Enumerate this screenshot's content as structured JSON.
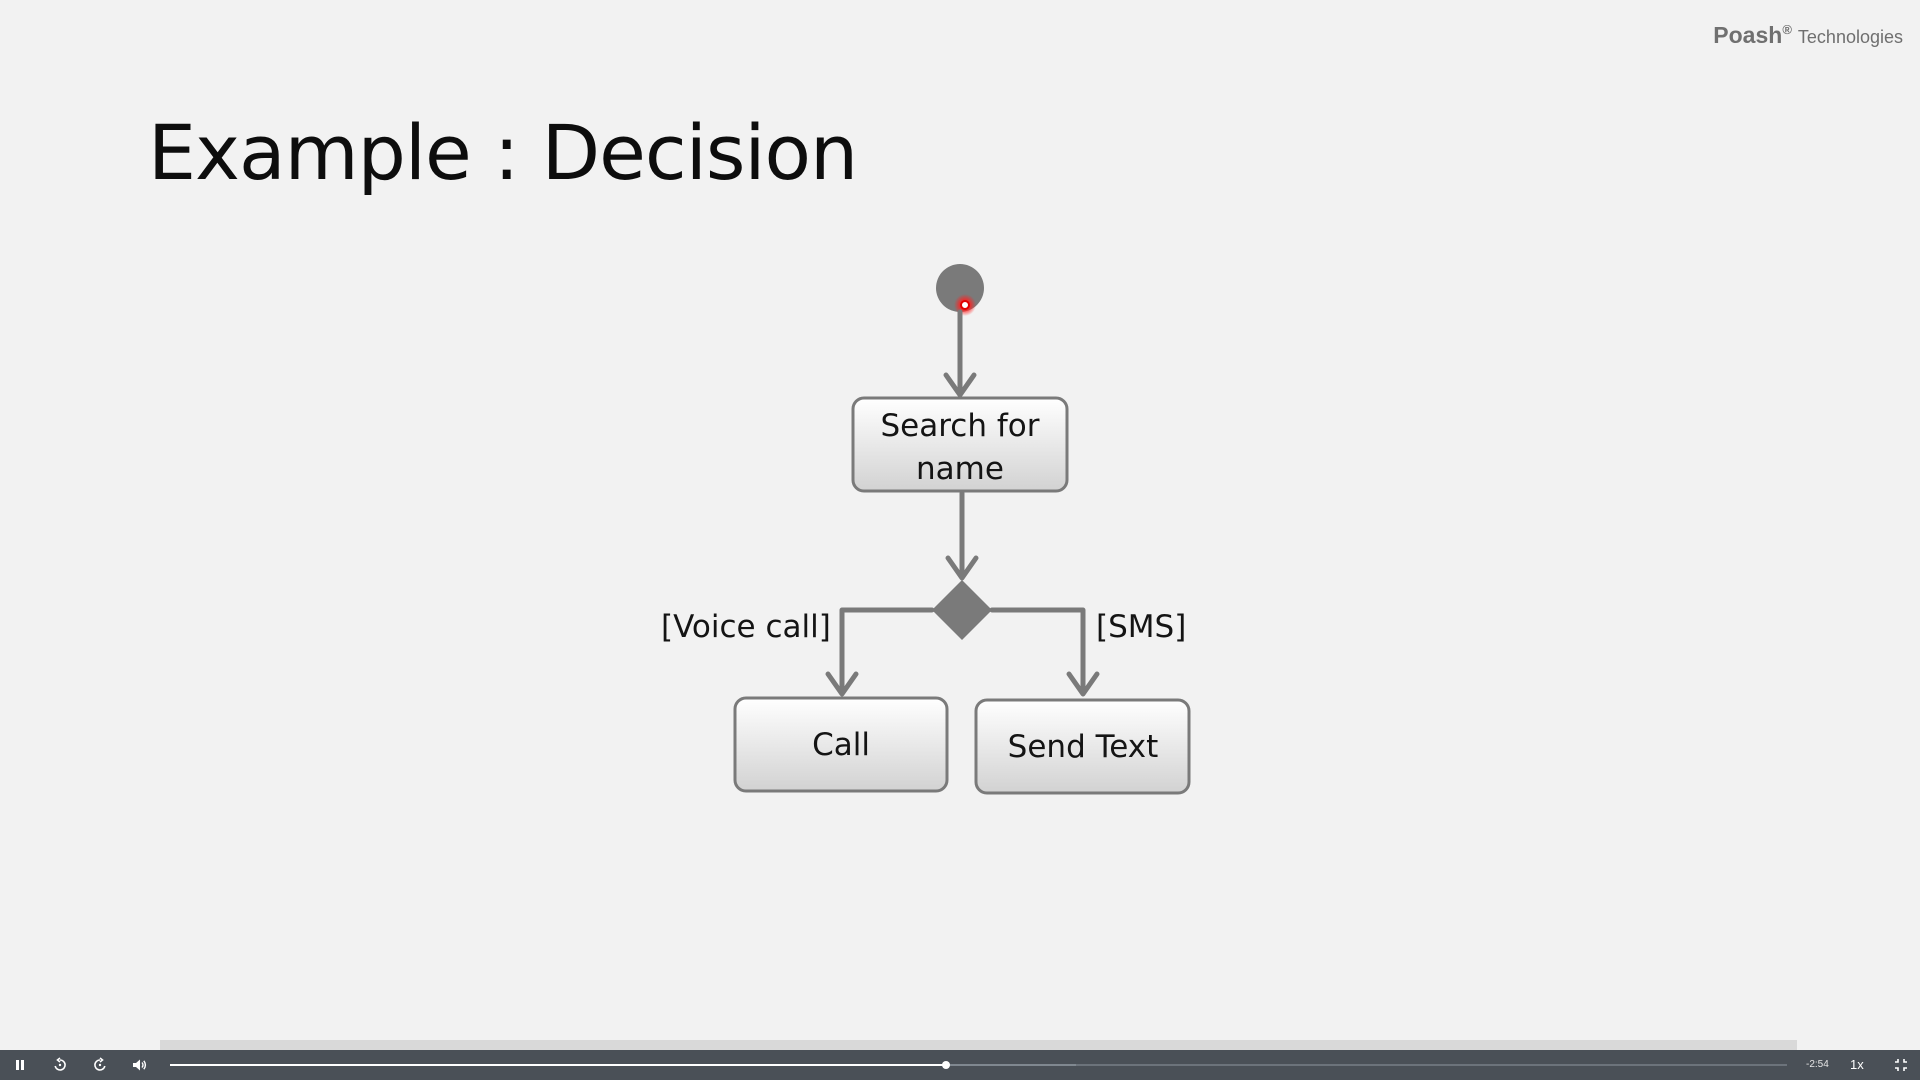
{
  "brand": {
    "name": "Poash",
    "registered": "®",
    "subtitle": "Technologies"
  },
  "slide": {
    "title": "Example : Decision"
  },
  "diagram": {
    "nodes": {
      "search_line1": "Search for",
      "search_line2": "name",
      "call": "Call",
      "send_text": "Send Text"
    },
    "guards": {
      "left": "[Voice call]",
      "right": "[SMS]"
    }
  },
  "colors": {
    "background": "#f2f2f2",
    "diagram_stroke": "#7a7a7a",
    "laser_pointer": "#ff2020",
    "control_bar": "#4a5057"
  },
  "player": {
    "icons": [
      "pause-icon",
      "rewind-icon",
      "forward-icon",
      "volume-icon",
      "fullscreen-exit-icon"
    ],
    "played_fraction": 0.48,
    "buffered_fraction": 0.56,
    "time_remaining": "-2:54",
    "speed": "1x"
  }
}
